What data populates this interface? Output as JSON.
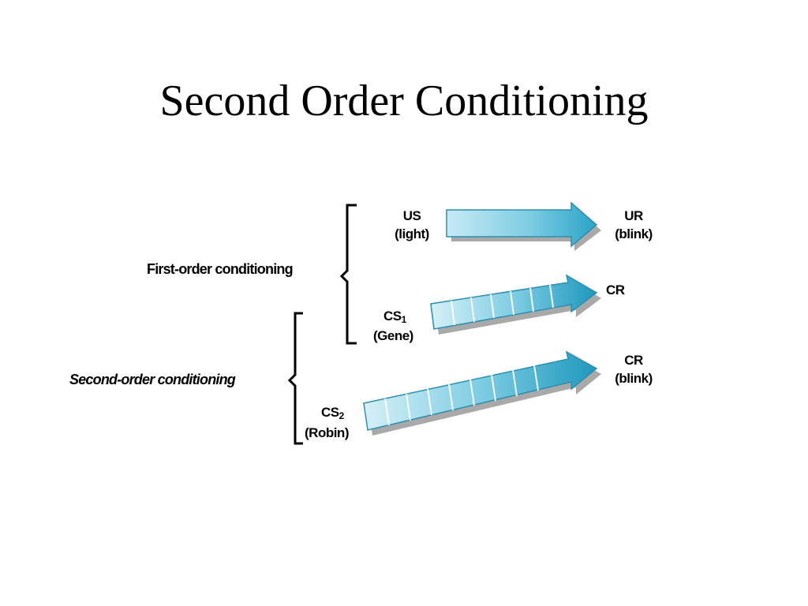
{
  "slide": {
    "title": "Second Order Conditioning"
  },
  "diagram": {
    "colors": {
      "arrow_light": "#bfe6f1",
      "arrow_mid": "#5cc0da",
      "arrow_dark": "#1e98bd",
      "shadow": "#a7a7a7"
    },
    "groups": {
      "first": "First-order conditioning",
      "second": "Second-order conditioning"
    },
    "nodes": {
      "us": {
        "main": "US",
        "sub": "(light)"
      },
      "ur": {
        "main": "UR",
        "sub": "(blink)"
      },
      "cs1": {
        "main": "CS",
        "index": "1",
        "sub": "(Gene)"
      },
      "cr1": {
        "main": "CR"
      },
      "cs2": {
        "main": "CS",
        "index": "2",
        "sub": "(Robin)"
      },
      "cr2": {
        "main": "CR",
        "sub": "(blink)"
      }
    }
  }
}
